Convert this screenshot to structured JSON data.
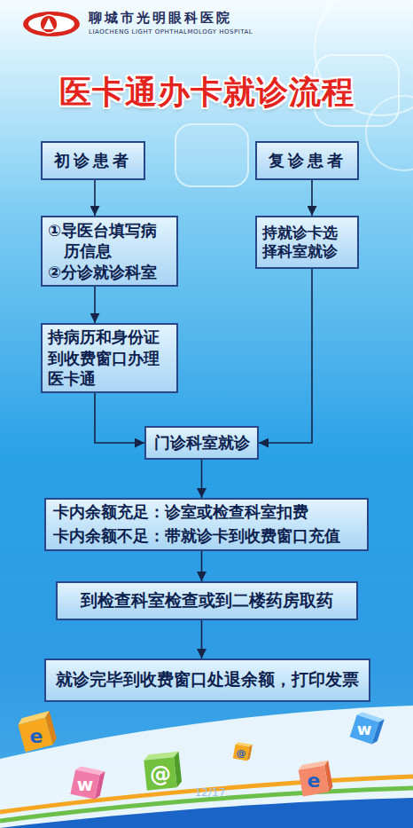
{
  "diagram": {
    "title": "医卡通办卡就诊流程",
    "nodes": [
      {
        "text": [
          "初诊患者"
        ]
      },
      {
        "text": [
          "复诊患者"
        ]
      },
      {
        "text": [
          "①导医台填写病历信息",
          "②分诊就诊科室"
        ]
      },
      {
        "text": [
          "持就诊卡选择科室就诊"
        ]
      },
      {
        "text": [
          "持病历和身份证到收费窗口办理医卡通"
        ]
      },
      {
        "text": [
          "门诊科室就诊"
        ]
      },
      {
        "text": [
          "卡内余额充足：诊室或检查科室扣费",
          "卡内余额不足：带就诊卡到收费窗口充值"
        ]
      },
      {
        "text": [
          "到检查科室检查或到二楼药房取药"
        ]
      },
      {
        "text": [
          "就诊完毕到收费窗口处退余额，打印发票"
        ]
      }
    ],
    "edges": [
      {
        "from": 0,
        "to": 2,
        "arrow": "to"
      },
      {
        "from": 1,
        "to": 3,
        "arrow": "to"
      },
      {
        "from": 2,
        "to": 4,
        "arrow": "to"
      },
      {
        "from": 4,
        "to": 5,
        "arrow": "to"
      },
      {
        "from": 3,
        "to": 5,
        "arrow": "to"
      },
      {
        "from": 5,
        "to": 6,
        "arrow": "to"
      },
      {
        "from": 6,
        "to": 7,
        "arrow": "to"
      },
      {
        "from": 7,
        "to": 8,
        "arrow": "to"
      }
    ],
    "labels": [
      "聊城市光明眼科医院",
      "LIAOCHENG LIGHT OPHTHALMOLOGY HOSPITAL",
      "e",
      "w",
      "@",
      "@",
      "e",
      "w",
      "12/17"
    ]
  }
}
